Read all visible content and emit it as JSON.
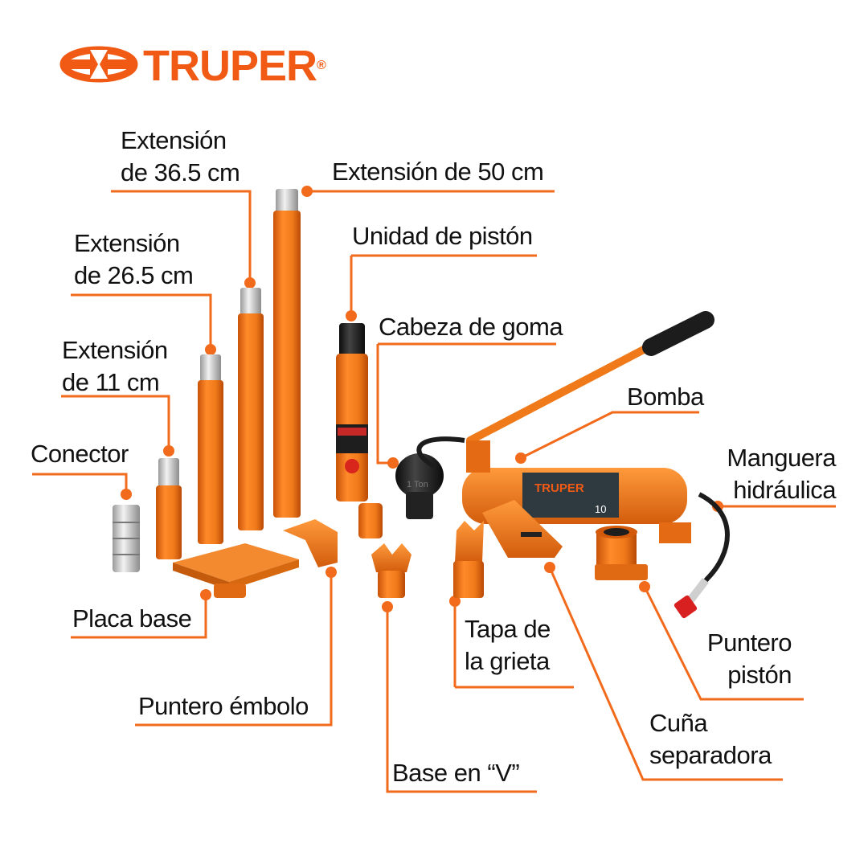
{
  "brand": {
    "name": "TRUPER",
    "registered": "®",
    "color": "#f05a14"
  },
  "pump_label": {
    "brand": "TRUPER",
    "capacity": "10"
  },
  "jack_label": {
    "capacity": "1 Ton"
  },
  "labels": {
    "ext_365_line1": "Extensión",
    "ext_365_line2": "de 36.5 cm",
    "ext_50": "Extensión de 50 cm",
    "ext_265_line1": "Extensión",
    "ext_265_line2": "de 26.5 cm",
    "piston_unit": "Unidad de pistón",
    "rubber_head": "Cabeza de goma",
    "ext_11_line1": "Extensión",
    "ext_11_line2": "de 11 cm",
    "pump": "Bomba",
    "connector": "Conector",
    "hose_line1": "Manguera",
    "hose_line2": "hidráulica",
    "base_plate": "Placa base",
    "crack_cap_line1": "Tapa de",
    "crack_cap_line2": "la grieta",
    "piston_tip_line1": "Puntero",
    "piston_tip_line2": "pistón",
    "plunger_tip": "Puntero émbolo",
    "spreader_line1": "Cuña",
    "spreader_line2": "separadora",
    "v_base": "Base en “V”"
  },
  "colors": {
    "accent": "#f26a1b",
    "tool_orange": "#f07a1a",
    "chrome": "#d6d6d6",
    "dark": "#1c1c1c"
  }
}
